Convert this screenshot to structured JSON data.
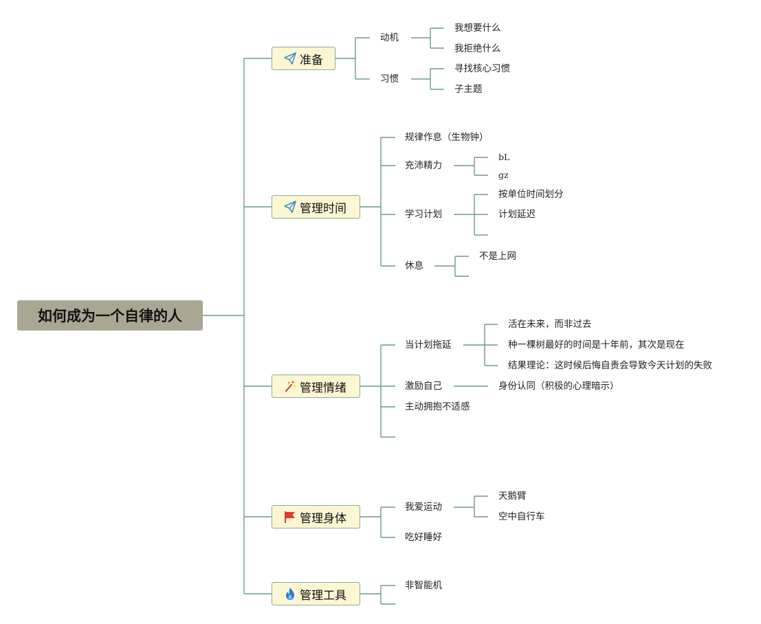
{
  "root": {
    "label": "如何成为一个自律的人"
  },
  "branches": {
    "prep": {
      "label": "准备",
      "icon": "paper-plane-icon",
      "motivation": {
        "label": "动机",
        "children": [
          "我想要什么",
          "我拒绝什么"
        ]
      },
      "habit": {
        "label": "习惯",
        "children": [
          "寻找核心习惯",
          "子主题"
        ]
      }
    },
    "time": {
      "label": "管理时间",
      "icon": "paper-plane-icon",
      "routine": {
        "label": "规律作息（生物钟）"
      },
      "energy": {
        "label": "充沛精力",
        "children": [
          "bL",
          "gz"
        ]
      },
      "study": {
        "label": "学习计划",
        "children": [
          "按单位时间划分",
          "计划延迟"
        ]
      },
      "rest": {
        "label": "休息",
        "children": [
          "不是上网"
        ]
      }
    },
    "emotion": {
      "label": "管理情绪",
      "icon": "magic-wand-icon",
      "delay": {
        "label": "当计划拖延",
        "children": [
          "活在未来，而非过去",
          "种一棵树最好的时间是十年前，其次是现在",
          "结果理论：这时候后悔自责会导致今天计划的失败"
        ]
      },
      "motivate": {
        "label": "激励自己",
        "children": [
          "身份认同（积极的心理暗示）"
        ]
      },
      "discomfort": {
        "label": "主动拥抱不适感"
      }
    },
    "body": {
      "label": "管理身体",
      "icon": "red-flag-icon",
      "sport": {
        "label": "我爱运动",
        "children": [
          "天鹅臂",
          "空中自行车"
        ]
      },
      "eat": {
        "label": "吃好睡好"
      }
    },
    "tools": {
      "label": "管理工具",
      "icon": "fire-icon",
      "phone": {
        "label": "非智能机"
      }
    }
  },
  "colors": {
    "line": "#5f8f7e",
    "topic_bg": "#fdf6d3",
    "topic_border": "#8aaa95",
    "root_bg": "#a9a694"
  }
}
